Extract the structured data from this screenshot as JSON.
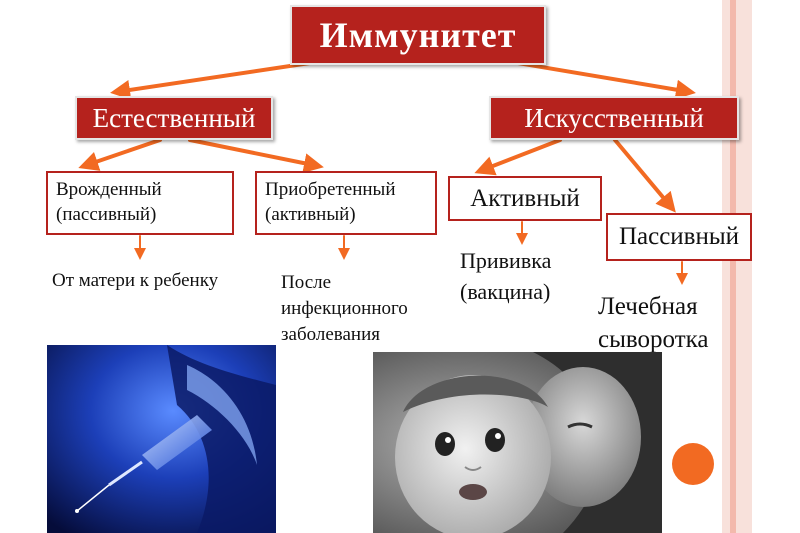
{
  "title": "Иммунитет",
  "categories": {
    "natural": "Естественный",
    "artificial": "Искусственный"
  },
  "subtypes": {
    "innate": {
      "line1": "Врожденный",
      "line2": "(пассивный)"
    },
    "acquired": {
      "line1": "Приобретенный",
      "line2": "(активный)"
    },
    "active": "Активный",
    "passive": "Пассивный"
  },
  "descriptions": {
    "innate": "От матери к ребенку",
    "acquired": {
      "line1": "После",
      "line2": "инфекционного",
      "line3": "заболевания"
    },
    "active": {
      "line1": "Прививка",
      "line2": "(вакцина)"
    },
    "passive": {
      "line1": "Лечебная",
      "line2": "сыворотка"
    }
  },
  "colors": {
    "box_red": "#b5221d",
    "arrow_orange": "#f26a22",
    "stripe": "#f3b9ac"
  },
  "images": {
    "left_photo": "syringe-photo",
    "right_photo": "mother-and-baby-photo"
  }
}
